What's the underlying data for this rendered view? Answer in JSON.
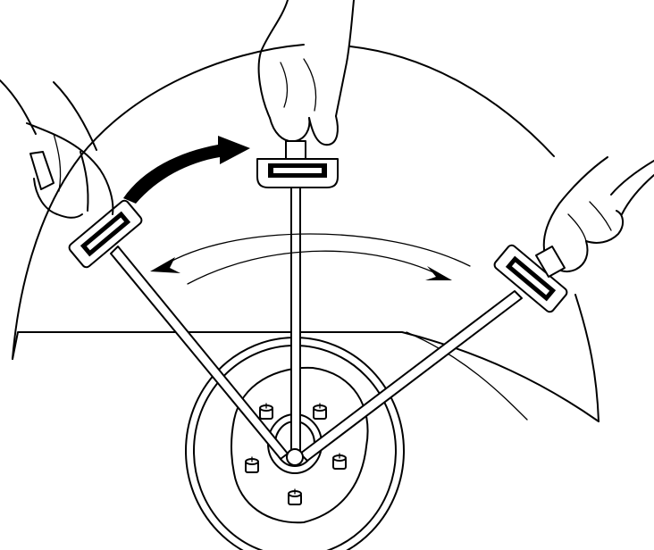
{
  "illustration": {
    "subject": "wheel-balancing-brake-drum-diagram",
    "colors": {
      "line": "#000000",
      "background": "#ffffff"
    },
    "hub_stud_count": 5,
    "positions": [
      "left",
      "center",
      "right"
    ],
    "motion": [
      "rotation-arrow",
      "swing-arc-arrow"
    ]
  }
}
